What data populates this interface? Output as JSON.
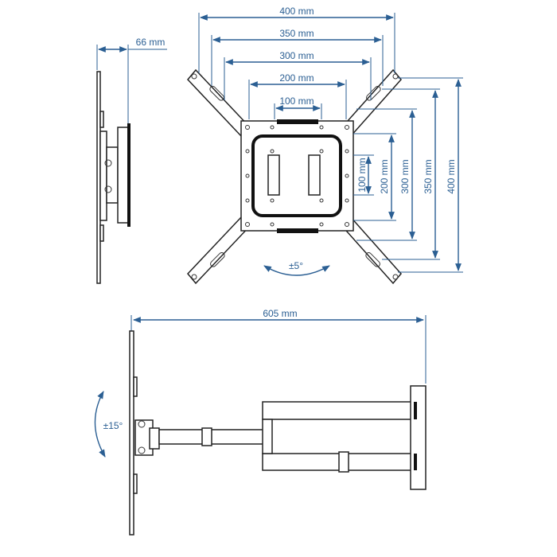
{
  "front_view": {
    "horizontal_dims": [
      "400 mm",
      "350 mm",
      "300 mm",
      "200 mm",
      "100 mm"
    ],
    "vertical_dims": [
      "100 mm",
      "200 mm",
      "300 mm",
      "350 mm",
      "400 mm"
    ],
    "tilt_rotation": "±5°"
  },
  "side_view": {
    "depth": "66 mm"
  },
  "top_view": {
    "extension": "605 mm",
    "swivel": "±15°"
  },
  "colors": {
    "dimension": "#2b5f93",
    "drawing": "#222222"
  }
}
